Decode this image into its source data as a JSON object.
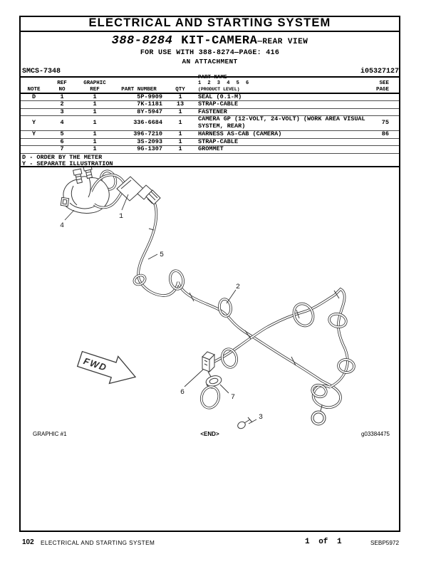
{
  "page": {
    "header_title": "ELECTRICAL AND STARTING SYSTEM",
    "kit": {
      "number": "388-8284",
      "name": "KIT-CAMERA",
      "suffix": "—REAR VIEW",
      "for_use_with": "FOR USE WITH 388-8274—PAGE: 416",
      "attachment_note": "AN ATTACHMENT"
    },
    "smcs_code": "SMCS-7348",
    "media_id": "i05327127"
  },
  "table": {
    "headers": {
      "note": "NOTE",
      "ref_line1": "REF",
      "ref_line2": "NO",
      "gref_line1": "GRAPHIC",
      "gref_line2": "REF",
      "part_number": "PART NUMBER",
      "qty": "QTY",
      "part_name": "PART NAME",
      "product_level_nums": "1 2 3 4 5 6",
      "product_level": "(PRODUCT LEVEL)",
      "see_line1": "SEE",
      "see_line2": "PAGE"
    },
    "rows": [
      {
        "note": "D",
        "ref_no": "1",
        "graphic_ref": "1",
        "part_number": "5P-9909",
        "qty": "1",
        "part_name": "SEAL (0.1-M)",
        "see_page": ""
      },
      {
        "note": "",
        "ref_no": "2",
        "graphic_ref": "1",
        "part_number": "7K-1181",
        "qty": "13",
        "part_name": "STRAP-CABLE",
        "see_page": ""
      },
      {
        "note": "",
        "ref_no": "3",
        "graphic_ref": "1",
        "part_number": "8Y-5947",
        "qty": "1",
        "part_name": "FASTENER",
        "see_page": ""
      },
      {
        "note": "Y",
        "ref_no": "4",
        "graphic_ref": "1",
        "part_number": "336-6684",
        "qty": "1",
        "part_name": "CAMERA GP (12-VOLT, 24-VOLT) (WORK AREA VISUAL SYSTEM, REAR)",
        "see_page": "75"
      },
      {
        "note": "Y",
        "ref_no": "5",
        "graphic_ref": "1",
        "part_number": "396-7210",
        "qty": "1",
        "part_name": "HARNESS AS-CAB (CAMERA)",
        "see_page": "86"
      },
      {
        "note": "",
        "ref_no": "6",
        "graphic_ref": "1",
        "part_number": "3S-2093",
        "qty": "1",
        "part_name": "STRAP-CABLE",
        "see_page": ""
      },
      {
        "note": "",
        "ref_no": "7",
        "graphic_ref": "1",
        "part_number": "9G-1307",
        "qty": "1",
        "part_name": "GROMMET",
        "see_page": ""
      }
    ],
    "footnotes": [
      "D - ORDER BY THE METER",
      "Y - SEPARATE ILLUSTRATION"
    ]
  },
  "diagram": {
    "callouts": [
      "1",
      "2",
      "3",
      "4",
      "5",
      "6",
      "7"
    ],
    "fwd": "FWD",
    "graphic_caption": "GRAPHIC #1",
    "end_marker": "<END>",
    "graphic_id": "g03384475"
  },
  "footer": {
    "page_number": "102",
    "section_title": "ELECTRICAL AND STARTING SYSTEM",
    "page_of": "1 of 1",
    "doc_id": "SEBP5972"
  },
  "colors": {
    "ink": "#000000",
    "drawing_line": "#3a3a3a",
    "paper": "#ffffff"
  }
}
